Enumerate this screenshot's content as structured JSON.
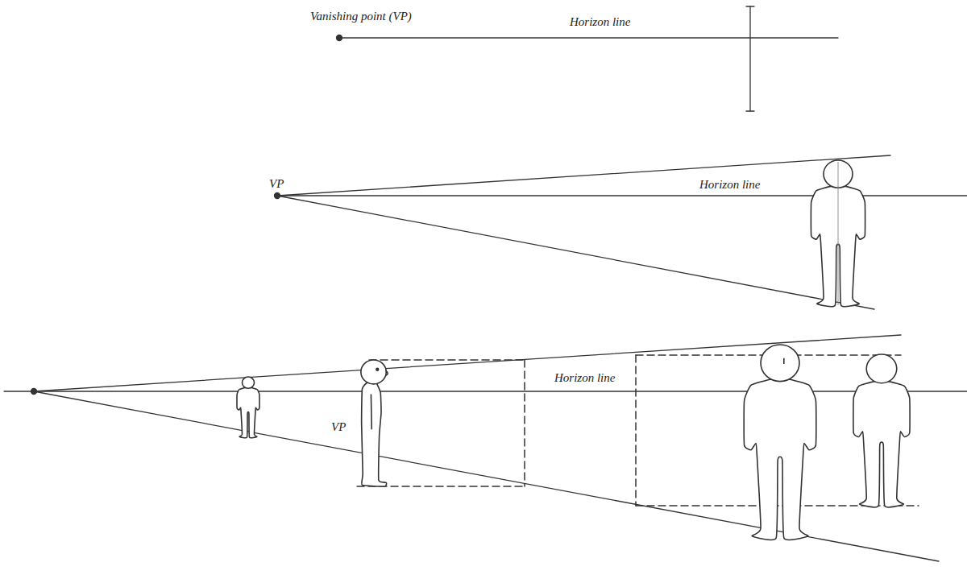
{
  "diagram": {
    "labels": [
      "Vanishing point (VP)",
      "Horizon line",
      "VP",
      "Horizon line",
      "Horizon line",
      "VP"
    ]
  }
}
